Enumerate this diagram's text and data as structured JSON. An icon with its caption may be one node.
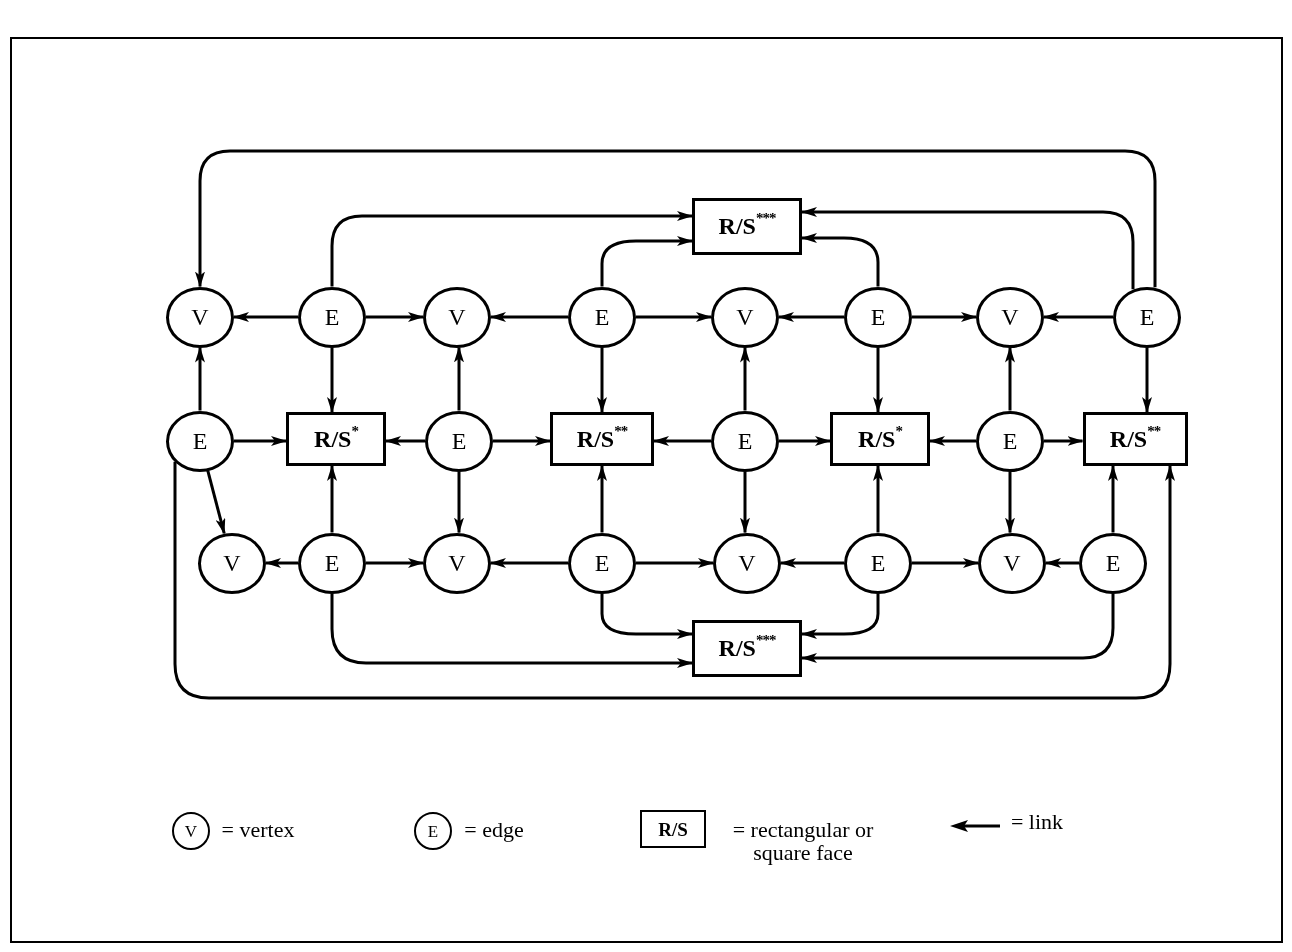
{
  "diagram": {
    "nodes": [
      {
        "text": [
          "R/S$^{***}$"
        ]
      },
      {
        "text": [
          "V"
        ]
      },
      {
        "text": [
          "E"
        ]
      },
      {
        "text": [
          "V"
        ]
      },
      {
        "text": [
          "E"
        ]
      },
      {
        "text": [
          "V"
        ]
      },
      {
        "text": [
          "E"
        ]
      },
      {
        "text": [
          "V"
        ]
      },
      {
        "text": [
          "E"
        ]
      },
      {
        "text": [
          "E"
        ]
      },
      {
        "text": [
          "R/S$^{*}$"
        ]
      },
      {
        "text": [
          "E"
        ]
      },
      {
        "text": [
          "R/S$^{**}$"
        ]
      },
      {
        "text": [
          "E"
        ]
      },
      {
        "text": [
          "R/S$^{*}$"
        ]
      },
      {
        "text": [
          "E"
        ]
      },
      {
        "text": [
          "R/S$^{**}$"
        ]
      },
      {
        "text": [
          "V"
        ]
      },
      {
        "text": [
          "E"
        ]
      },
      {
        "text": [
          "V"
        ]
      },
      {
        "text": [
          "E"
        ]
      },
      {
        "text": [
          "V"
        ]
      },
      {
        "text": [
          "E"
        ]
      },
      {
        "text": [
          "V"
        ]
      },
      {
        "text": [
          "E"
        ]
      },
      {
        "text": [
          "R/S$^{***}$"
        ]
      }
    ],
    "edges": [
      {
        "from": 2,
        "to": 1,
        "arrow": "to"
      },
      {
        "from": 2,
        "to": 3,
        "arrow": "to"
      },
      {
        "from": 4,
        "to": 3,
        "arrow": "to"
      },
      {
        "from": 4,
        "to": 5,
        "arrow": "to"
      },
      {
        "from": 6,
        "to": 5,
        "arrow": "to"
      },
      {
        "from": 6,
        "to": 7,
        "arrow": "to"
      },
      {
        "from": 8,
        "to": 7,
        "arrow": "to"
      },
      {
        "from": 9,
        "to": 10,
        "arrow": "to"
      },
      {
        "from": 11,
        "to": 10,
        "arrow": "to"
      },
      {
        "from": 11,
        "to": 12,
        "arrow": "to"
      },
      {
        "from": 13,
        "to": 12,
        "arrow": "to"
      },
      {
        "from": 13,
        "to": 14,
        "arrow": "to"
      },
      {
        "from": 15,
        "to": 14,
        "arrow": "to"
      },
      {
        "from": 15,
        "to": 16,
        "arrow": "to"
      },
      {
        "from": 18,
        "to": 17,
        "arrow": "to"
      },
      {
        "from": 18,
        "to": 19,
        "arrow": "to"
      },
      {
        "from": 20,
        "to": 19,
        "arrow": "to"
      },
      {
        "from": 20,
        "to": 21,
        "arrow": "to"
      },
      {
        "from": 22,
        "to": 21,
        "arrow": "to"
      },
      {
        "from": 22,
        "to": 23,
        "arrow": "to"
      },
      {
        "from": 24,
        "to": 23,
        "arrow": "to"
      },
      {
        "from": 9,
        "to": 1,
        "arrow": "to"
      },
      {
        "from": 2,
        "to": 10,
        "arrow": "to"
      },
      {
        "from": 11,
        "to": 3,
        "arrow": "to"
      },
      {
        "from": 4,
        "to": 12,
        "arrow": "to"
      },
      {
        "from": 13,
        "to": 5,
        "arrow": "to"
      },
      {
        "from": 6,
        "to": 14,
        "arrow": "to"
      },
      {
        "from": 15,
        "to": 7,
        "arrow": "to"
      },
      {
        "from": 8,
        "to": 16,
        "arrow": "to"
      },
      {
        "from": 9,
        "to": 17,
        "arrow": "to"
      },
      {
        "from": 18,
        "to": 10,
        "arrow": "to"
      },
      {
        "from": 11,
        "to": 19,
        "arrow": "to"
      },
      {
        "from": 20,
        "to": 12,
        "arrow": "to"
      },
      {
        "from": 13,
        "to": 21,
        "arrow": "to"
      },
      {
        "from": 22,
        "to": 14,
        "arrow": "to"
      },
      {
        "from": 15,
        "to": 23,
        "arrow": "to"
      },
      {
        "from": 24,
        "to": 16,
        "arrow": "to"
      },
      {
        "from": 8,
        "to": 1,
        "arrow": "to"
      },
      {
        "from": 2,
        "to": 0,
        "arrow": "to"
      },
      {
        "from": 4,
        "to": 0,
        "arrow": "to"
      },
      {
        "from": 6,
        "to": 0,
        "arrow": "to"
      },
      {
        "from": 8,
        "to": 0,
        "arrow": "to"
      },
      {
        "from": 18,
        "to": 25,
        "arrow": "to"
      },
      {
        "from": 20,
        "to": 25,
        "arrow": "to"
      },
      {
        "from": 22,
        "to": 25,
        "arrow": "to"
      },
      {
        "from": 24,
        "to": 25,
        "arrow": "to"
      },
      {
        "from": 9,
        "to": 16,
        "arrow": "to"
      }
    ],
    "labels": [
      "V",
      "E",
      "R/S"
    ],
    "legend": [
      {
        "text": "= vertex"
      },
      {
        "text": "= edge"
      },
      {
        "text": "= rectangular or square face"
      },
      {
        "text": "= link"
      }
    ]
  }
}
